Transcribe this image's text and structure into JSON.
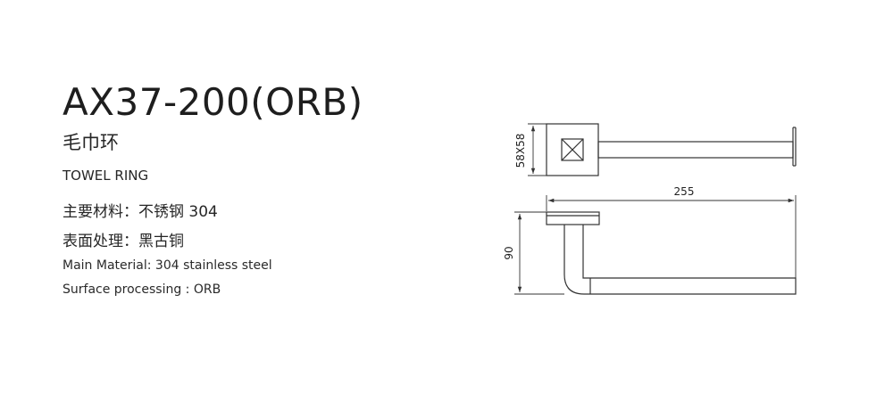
{
  "product": {
    "model": "AX37-200(ORB)",
    "name_cn": "毛巾环",
    "name_en": "TOWEL RING"
  },
  "specs": {
    "material_cn": "主要材料：不锈钢 304",
    "finish_cn": "表面处理：黑古铜",
    "material_en": "Main Material: 304 stainless steel",
    "finish_en": "Surface processing : ORB"
  },
  "drawing": {
    "base_dim": "58X58",
    "length_dim": "255",
    "height_dim": "90"
  },
  "colors": {
    "text": "#222222",
    "line": "#333333"
  }
}
